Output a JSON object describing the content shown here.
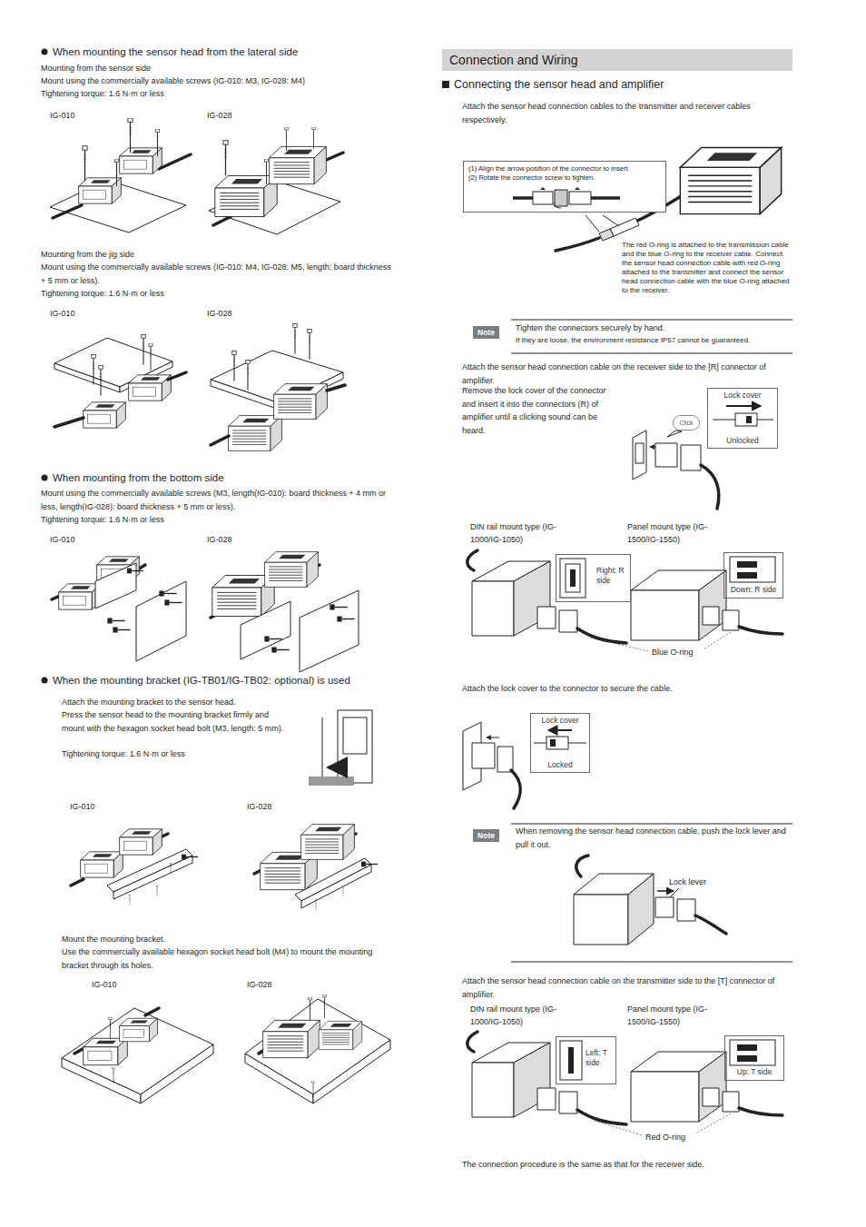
{
  "diagram": {
    "title": "Connection and Wiring",
    "nodes": [
      {
        "text": [
          "(1) Align the arrow position of the connector to insert.",
          "(2) Rotate the connector screw to tighten."
        ]
      },
      {
        "text": [
          "Note"
        ]
      },
      {
        "text": [
          "Click"
        ]
      },
      {
        "text": [
          "Lock cover",
          "Unlocked"
        ]
      },
      {
        "text": [
          "Right: R side"
        ]
      },
      {
        "text": [
          "Down: R side"
        ]
      },
      {
        "text": [
          "Lock cover",
          "Locked"
        ]
      },
      {
        "text": [
          "Note"
        ]
      },
      {
        "text": [
          "Left: T side"
        ]
      },
      {
        "text": [
          "Up: T side"
        ]
      }
    ],
    "labels": [
      "When mounting the sensor head from the lateral side",
      "Mounting from the sensor side",
      "Mount using the commercially available screws (IG-010: M3, IG-028: M4)",
      "Tightening torque: 1.6 N·m or less",
      "IG-010",
      "IG-028",
      "Mounting from the jig side",
      "Mount using the commercially available screws (IG-010: M4, IG-028: M5, length: board thickness + 5 mm or less).",
      "Tightening torque: 1.6 N·m or less",
      "IG-010",
      "IG-028",
      "When mounting from the bottom side",
      "Mount using the commercially available screws (M3, length(IG-010): board thickness + 4 mm or less, length(IG-028): board thickness + 5 mm or less).",
      "Tightening torque: 1.6 N·m or less",
      "IG-010",
      "IG-028",
      "When the mounting bracket (IG-TB01/IG-TB02: optional) is used",
      "Attach the mounting bracket to the sensor head.",
      "Press the sensor head to the mounting bracket firmly and mount with the hexagon socket head bolt (M3, length: 5 mm).",
      "Tightening torque: 1.6 N·m or less",
      "IG-010",
      "IG-028",
      "Mount the mounting bracket.",
      "Use the commercially available hexagon socket head bolt (M4) to mount the mounting bracket through its holes.",
      "IG-010",
      "IG-028",
      "Connecting the sensor head and amplifier",
      "Attach the sensor head connection cables to the transmitter and receiver cables respectively.",
      "The red O-ring is attached to the transmission cable and the blue O-ring to the receiver cable. Connect the sensor head connection cable with red O-ring attached to the transmitter and connect the sensor head connection cable with the blue O-ring attached to the receiver.",
      "Tighten the connectors securely by hand.",
      "If they are loose, the environment resistance IP67 cannot be guaranteed.",
      "Attach the sensor head connection cable on the receiver side to the [R] connector of amplifier.",
      "Remove the lock cover of the connector and insert it into the connectors (R) of amplifier until a clicking sound can be heard.",
      "DIN rail mount type (IG-1000/IG-1050)",
      "Panel mount type (IG-1500/IG-1550)",
      "Blue O-ring",
      "Attach the lock cover to the connector to secure the cable.",
      "When removing the sensor head connection cable, push the lock lever and pull it out.",
      "Lock lever",
      "Attach the sensor head connection cable on the transmitter side to the [T] connector of amplifier.",
      "DIN rail mount type (IG-1000/IG-1050)",
      "Panel mount type (IG-1500/IG-1550)",
      "Red O-ring",
      "The connection procedure is the same as that for the receiver side."
    ]
  }
}
